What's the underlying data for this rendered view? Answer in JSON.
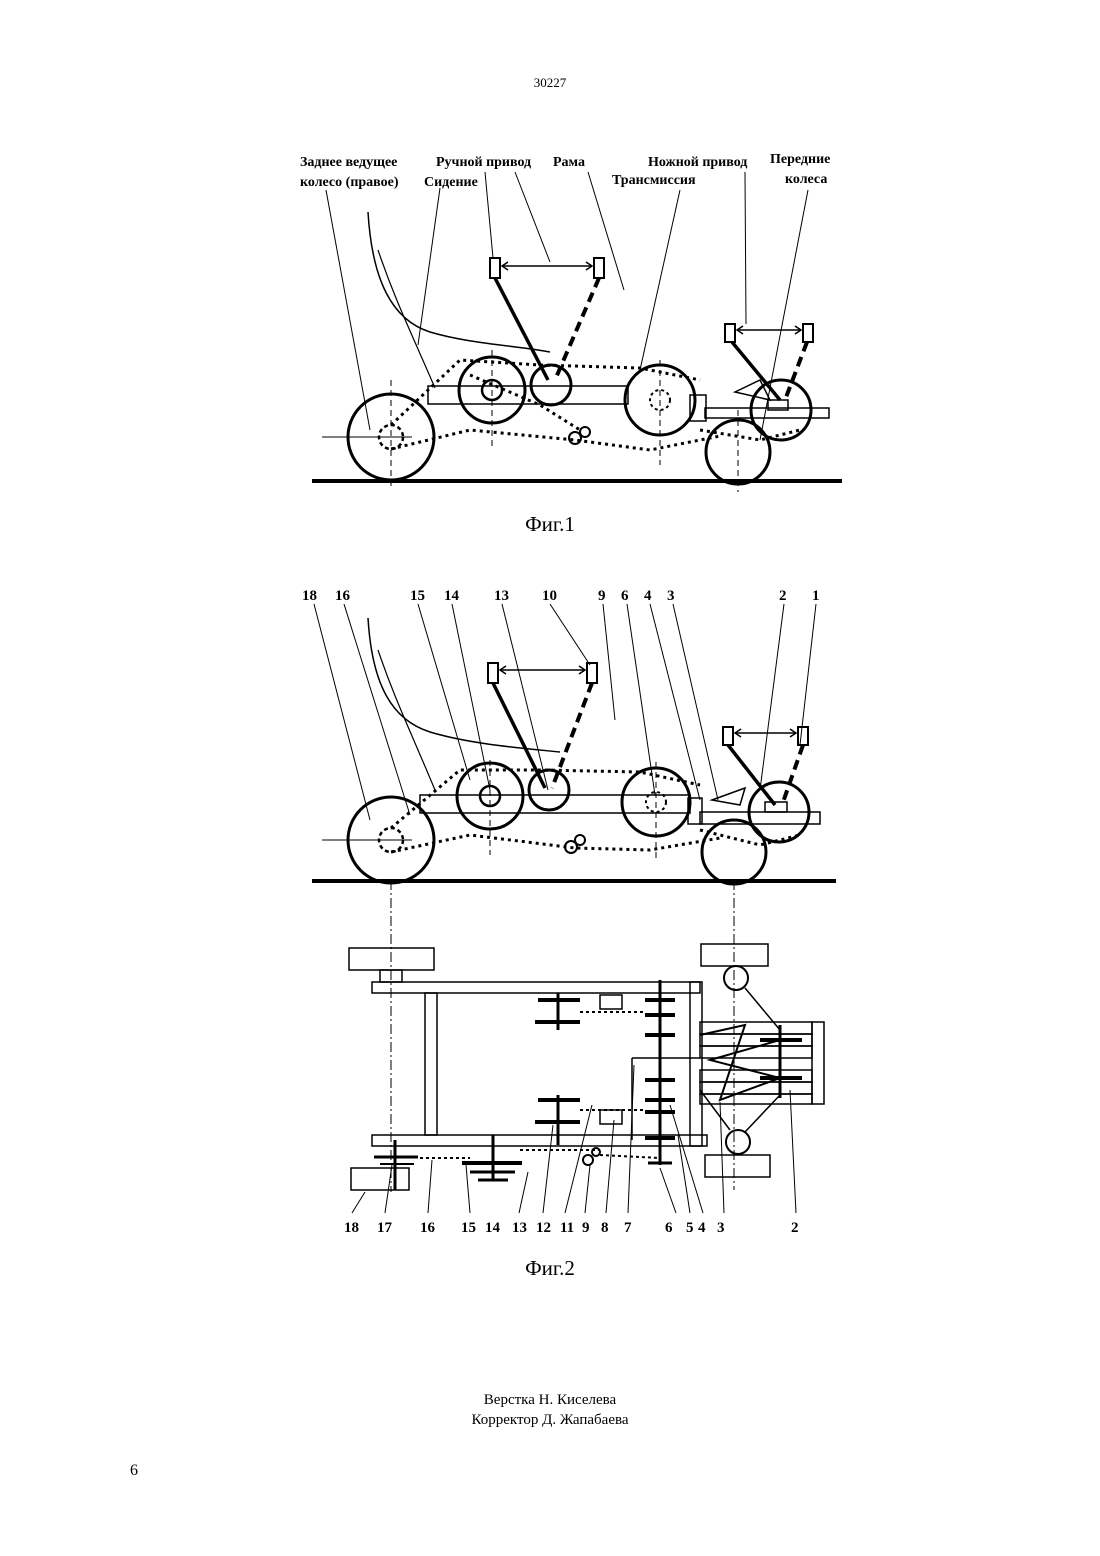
{
  "header": {
    "doc_number": "30227"
  },
  "figure1": {
    "labels": {
      "rear_wheel_1": "Заднее ведущее",
      "rear_wheel_2": "колесо (правое)",
      "hand_drive": "Ручной привод",
      "frame": "Рама",
      "seat": "Сидение",
      "foot_drive": "Ножной привод",
      "transmission": "Трансмиссия",
      "front_wheels_1": "Передние",
      "front_wheels_2": "колеса"
    },
    "caption": "Фиг.1"
  },
  "figure2": {
    "top_numbers": [
      "18",
      "16",
      "15",
      "14",
      "13",
      "10",
      "9",
      "6",
      "4",
      "3",
      "2",
      "1"
    ],
    "bottom_numbers": [
      "18",
      "17",
      "16",
      "15",
      "14",
      "13",
      "12",
      "11",
      "9",
      "8",
      "7",
      "6",
      "5",
      "4",
      "3",
      "2"
    ],
    "caption": "Фиг.2"
  },
  "footer": {
    "layout": "Верстка Н. Киселева",
    "corrector": "Корректор Д. Жапабаева",
    "page_number": "6"
  }
}
